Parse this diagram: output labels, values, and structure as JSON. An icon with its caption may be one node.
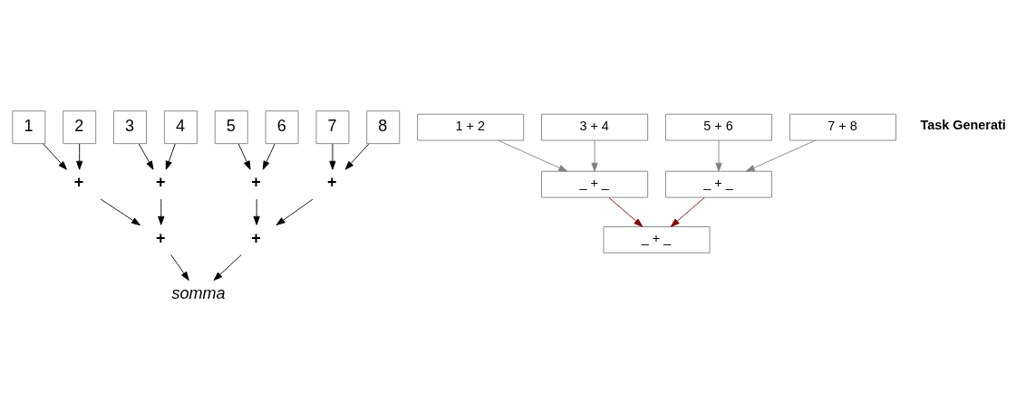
{
  "diagram": {
    "nodes": [
      {
        "text": [
          "1"
        ]
      },
      {
        "text": [
          "2"
        ]
      },
      {
        "text": [
          "3"
        ]
      },
      {
        "text": [
          "4"
        ]
      },
      {
        "text": [
          "5"
        ]
      },
      {
        "text": [
          "6"
        ]
      },
      {
        "text": [
          "7"
        ]
      },
      {
        "text": [
          "8"
        ]
      },
      {
        "text": [
          "+"
        ]
      },
      {
        "text": [
          "+"
        ]
      },
      {
        "text": [
          "+"
        ]
      },
      {
        "text": [
          "+"
        ]
      },
      {
        "text": [
          "+"
        ]
      },
      {
        "text": [
          "+"
        ]
      },
      {
        "text": [
          "somma"
        ]
      },
      {
        "text": [
          "1 + 2"
        ]
      },
      {
        "text": [
          "3 + 4"
        ]
      },
      {
        "text": [
          "5 + 6"
        ]
      },
      {
        "text": [
          "7 + 8"
        ]
      },
      {
        "text": [
          "_ + _"
        ]
      },
      {
        "text": [
          "_ + _"
        ]
      },
      {
        "text": [
          "_ + _"
        ]
      }
    ],
    "edges": [
      {
        "from": 0,
        "to": 8,
        "arrow": "to"
      },
      {
        "from": 1,
        "to": 8,
        "arrow": "to"
      },
      {
        "from": 2,
        "to": 9,
        "arrow": "to"
      },
      {
        "from": 3,
        "to": 9,
        "arrow": "to"
      },
      {
        "from": 4,
        "to": 10,
        "arrow": "to"
      },
      {
        "from": 5,
        "to": 10,
        "arrow": "to"
      },
      {
        "from": 6,
        "to": 11,
        "arrow": "to"
      },
      {
        "from": 7,
        "to": 11,
        "arrow": "to"
      },
      {
        "from": 8,
        "to": 12,
        "arrow": "to"
      },
      {
        "from": 9,
        "to": 12,
        "arrow": "to"
      },
      {
        "from": 10,
        "to": 13,
        "arrow": "to"
      },
      {
        "from": 11,
        "to": 13,
        "arrow": "to"
      },
      {
        "from": 12,
        "to": 14,
        "arrow": "to"
      },
      {
        "from": 13,
        "to": 14,
        "arrow": "to"
      },
      {
        "from": 15,
        "to": 19,
        "arrow": "to",
        "color": "#808080"
      },
      {
        "from": 16,
        "to": 19,
        "arrow": "to",
        "color": "#808080"
      },
      {
        "from": 17,
        "to": 20,
        "arrow": "to",
        "color": "#808080"
      },
      {
        "from": 18,
        "to": 20,
        "arrow": "to",
        "color": "#808080"
      },
      {
        "from": 19,
        "to": 21,
        "arrow": "to",
        "color": "#800000"
      },
      {
        "from": 20,
        "to": 21,
        "arrow": "to",
        "color": "#800000"
      }
    ],
    "labels": [
      "Task Generati"
    ]
  }
}
